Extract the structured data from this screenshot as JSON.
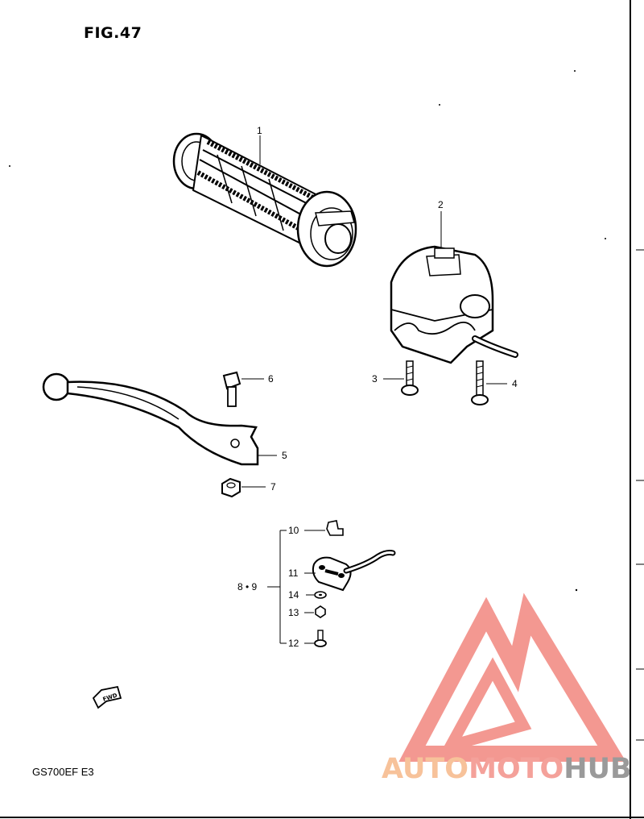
{
  "figure": {
    "title": "FIG.47",
    "model": "GS700EF  E3"
  },
  "parts": [
    {
      "ref": "part-1",
      "label": "1"
    },
    {
      "ref": "part-2",
      "label": "2"
    },
    {
      "ref": "part-3",
      "label": "3"
    },
    {
      "ref": "part-4",
      "label": "4"
    },
    {
      "ref": "part-5",
      "label": "5"
    },
    {
      "ref": "part-6",
      "label": "6"
    },
    {
      "ref": "part-7",
      "label": "7"
    },
    {
      "ref": "part-89",
      "label": "8 • 9"
    },
    {
      "ref": "part-10",
      "label": "10"
    },
    {
      "ref": "part-11",
      "label": "11"
    },
    {
      "ref": "part-12",
      "label": "12"
    },
    {
      "ref": "part-13",
      "label": "13"
    },
    {
      "ref": "part-14",
      "label": "14"
    }
  ],
  "fwd_arrow": {
    "label": "FWD",
    "icon": "fwd-arrow-icon"
  },
  "watermark": {
    "part1": "AUTO",
    "part2": "MOTO",
    "part3": "HUB",
    "colors": {
      "auto": "#f7c29a",
      "moto": "#f4a19a",
      "hub": "#9a9a9a",
      "logo": "#f28d86"
    }
  }
}
